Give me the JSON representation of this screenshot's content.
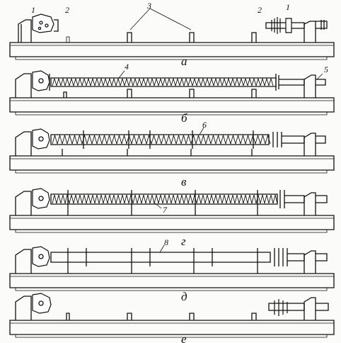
{
  "diagram": {
    "panels": [
      {
        "caption": "а",
        "labels": [
          "1",
          "2",
          "3",
          "2",
          "1"
        ]
      },
      {
        "caption": "б",
        "labels": [
          "4",
          "5"
        ]
      },
      {
        "caption": "в",
        "labels": [
          "6"
        ]
      },
      {
        "caption": "г",
        "labels": [
          "7"
        ]
      },
      {
        "caption": "д",
        "labels": [
          "8"
        ]
      },
      {
        "caption": "е",
        "labels": []
      }
    ]
  }
}
